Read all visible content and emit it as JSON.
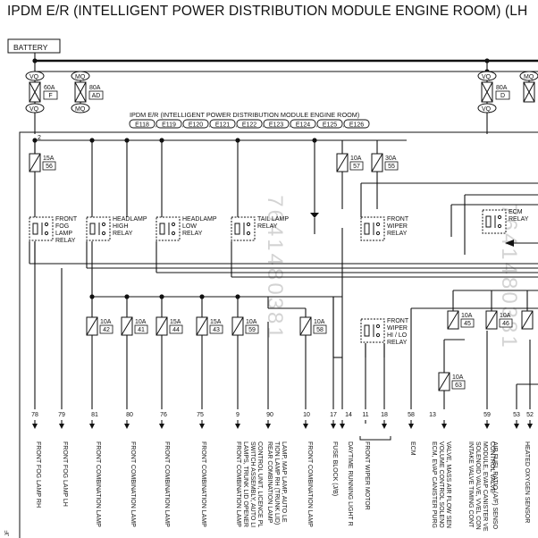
{
  "title": "IPDM E/R (INTELLIGENT POWER DISTRIBUTION MODULE ENGINE ROOM) (LH",
  "battery_label": "BATTERY",
  "module_label": "IPDM E/R (INTELLIGENT POWER DISTRIBUTION MODULE ENGINE ROOM)",
  "connectors": [
    "E118",
    "E119",
    "E120",
    "E121",
    "E122",
    "E123",
    "E124",
    "E125",
    "E126"
  ],
  "fusible_links": [
    {
      "top": "VQ",
      "bottom": "VQ",
      "amp": "60A",
      "id": "F"
    },
    {
      "top": "MQ",
      "bottom": "MQ",
      "amp": "80A",
      "id": "AD"
    },
    {
      "top": "VQ",
      "bottom": "VQ",
      "amp": "80A",
      "id": "D"
    },
    {
      "top": "MQ",
      "bottom": "",
      "amp": "",
      "id": ""
    }
  ],
  "node_label": "2",
  "fuses_upper": [
    {
      "amp": "15A",
      "num": "56"
    },
    {
      "amp": "10A",
      "num": "57"
    },
    {
      "amp": "30A",
      "num": "55"
    }
  ],
  "relays": [
    {
      "lines": [
        "FRONT",
        "FOG",
        "LAMP",
        "RELAY"
      ]
    },
    {
      "lines": [
        "HEADLAMP",
        "HIGH",
        "RELAY"
      ]
    },
    {
      "lines": [
        "HEADLAMP",
        "LOW",
        "RELAY"
      ]
    },
    {
      "lines": [
        "TAIL LAMP",
        "RELAY"
      ]
    },
    {
      "lines": [
        "FRONT",
        "WIPER",
        "RELAY"
      ]
    },
    {
      "lines": [
        "ECM",
        "RELAY"
      ]
    },
    {
      "lines": [
        "FRONT",
        "WIPER",
        "HI / LO",
        "RELAY"
      ]
    }
  ],
  "fuses_lower": [
    {
      "amp": "10A",
      "num": "42"
    },
    {
      "amp": "10A",
      "num": "41"
    },
    {
      "amp": "15A",
      "num": "44"
    },
    {
      "amp": "15A",
      "num": "43"
    },
    {
      "amp": "10A",
      "num": "59"
    },
    {
      "amp": "10A",
      "num": "58"
    },
    {
      "amp": "10A",
      "num": "45"
    },
    {
      "amp": "10A",
      "num": "46"
    },
    {
      "amp": "10A",
      "num": "63"
    }
  ],
  "pins": [
    "78",
    "79",
    "81",
    "80",
    "76",
    "75",
    "9",
    "90",
    "10",
    "17",
    "14",
    "11",
    "18",
    "58",
    "13",
    "59",
    "53",
    "52"
  ],
  "outputs": [
    {
      "lines": [
        "FRONT FOG LAMP RH"
      ]
    },
    {
      "lines": [
        "FRONT FOG LAMP LH"
      ]
    },
    {
      "lines": [
        "FRONT COMBINATION LAMP"
      ]
    },
    {
      "lines": [
        "FRONT COMBINATION LAMP"
      ]
    },
    {
      "lines": [
        "FRONT COMBINATION LAMP"
      ]
    },
    {
      "lines": [
        "FRONT COMBINATION LAMP"
      ]
    },
    {
      "lines": [
        "FRONT COMBINATION LAMP",
        "LAMPS, TRUNK LID OPENER",
        "SWITCH ASSEMBLY, AUTO LI",
        "CONTROL UNIT, LICENCE PL"
      ]
    },
    {
      "lines": [
        "REAR COMBINATION LAMP",
        "TION LAMP RH (TRUNK LID)",
        "LAMP, MAP LAMP, AUTO LE"
      ]
    },
    {
      "lines": [
        "FRONT COMBINATION LAMP"
      ]
    },
    {
      "lines": [
        "FUSE BLOCK (J/B)"
      ]
    },
    {
      "lines": [
        "DAYTIME RUNNING LIGHT R"
      ]
    },
    {
      "lines": [
        "FRONT WIPER MOTOR"
      ]
    },
    {
      "lines": [
        "ECM"
      ]
    },
    {
      "lines": [
        "ECM, EVAP CANISTER PURG",
        "VOLUME CONTROL SOLENO",
        "VALVE, MASS AIR FLOW SEN"
      ]
    },
    {
      "lines": [
        "INTAKE VALVE TIMING CONT",
        "SOLENOID VALVE, VVEL CON",
        "MODULE, EVAP CANISTER VE",
        "CONTROL VALVE"
      ]
    },
    {
      "lines": [
        "AIR FUEL RATIO (A/F) SENSO"
      ]
    },
    {
      "lines": [
        "HEATED OXYGEN SENSOR"
      ]
    }
  ],
  "watermarks": [
    "7641480381",
    "7641480381"
  ],
  "corner_mark": "JF"
}
